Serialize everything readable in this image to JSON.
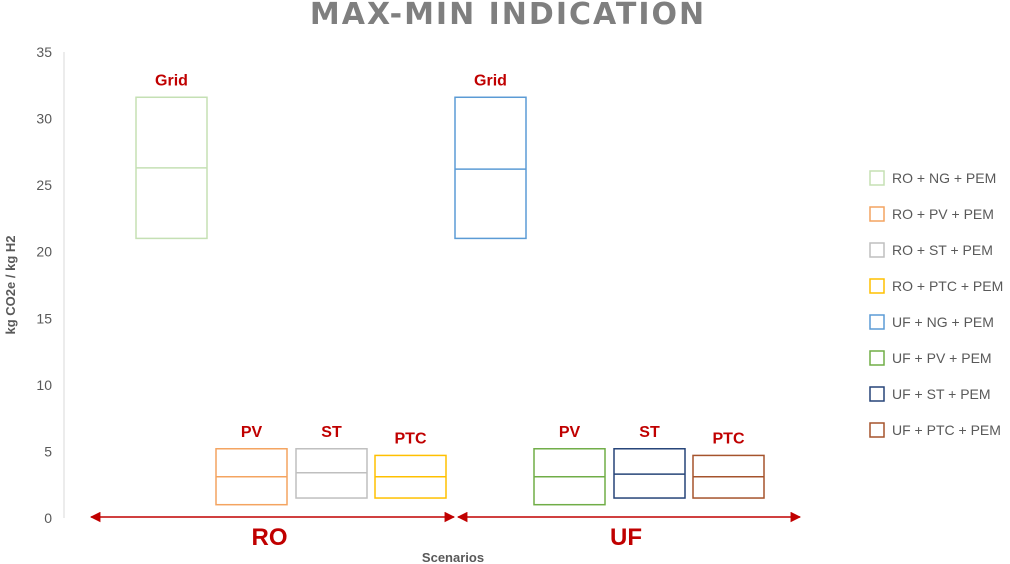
{
  "chart_data": {
    "type": "boxplot",
    "title": "MAX-MIN INDICATION",
    "xlabel": "Scenarios",
    "ylabel": "kg CO2e / kg H2",
    "ylim": [
      0,
      35
    ],
    "yticks": [
      0,
      5,
      10,
      15,
      20,
      25,
      30,
      35
    ],
    "grid": false,
    "legend_position": "right",
    "groups": [
      {
        "label": "RO",
        "color": "#c00000"
      },
      {
        "label": "UF",
        "color": "#c00000"
      }
    ],
    "series": [
      {
        "name": "RO + NG + PEM",
        "label": "Grid",
        "group": 0,
        "min": 21.0,
        "mid": 26.3,
        "max": 31.6,
        "color": "#c5e0b4"
      },
      {
        "name": "RO + PV + PEM",
        "label": "PV",
        "group": 0,
        "min": 1.0,
        "mid": 3.1,
        "max": 5.2,
        "color": "#f4a460"
      },
      {
        "name": "RO + ST + PEM",
        "label": "ST",
        "group": 0,
        "min": 1.5,
        "mid": 3.4,
        "max": 5.2,
        "color": "#bfbfbf"
      },
      {
        "name": "RO + PTC + PEM",
        "label": "PTC",
        "group": 0,
        "min": 1.5,
        "mid": 3.1,
        "max": 4.7,
        "color": "#ffc000"
      },
      {
        "name": "UF + NG + PEM",
        "label": "Grid",
        "group": 1,
        "min": 21.0,
        "mid": 26.2,
        "max": 31.6,
        "color": "#5b9bd5"
      },
      {
        "name": "UF + PV + PEM",
        "label": "PV",
        "group": 1,
        "min": 1.0,
        "mid": 3.1,
        "max": 5.2,
        "color": "#70ad47"
      },
      {
        "name": "UF + ST + PEM",
        "label": "ST",
        "group": 1,
        "min": 1.5,
        "mid": 3.3,
        "max": 5.2,
        "color": "#264478"
      },
      {
        "name": "UF + PTC + PEM",
        "label": "PTC",
        "group": 1,
        "min": 1.5,
        "mid": 3.1,
        "max": 4.7,
        "color": "#a5532c"
      }
    ]
  }
}
